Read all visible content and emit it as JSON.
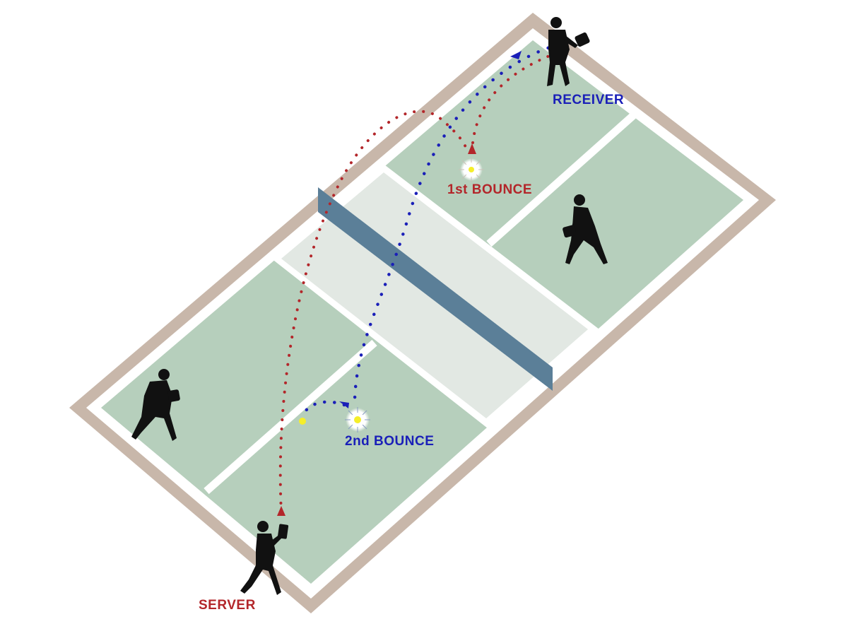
{
  "diagram": {
    "title": "Pickleball two-bounce rule diagram",
    "colors": {
      "surround": "#c8b7aa",
      "lines": "#ffffff",
      "court": "#b6cfbc",
      "kitchen": "#e2e8e3",
      "net": "#5b7f98",
      "server_path": "#b3262a",
      "receiver_path": "#1a1fb8",
      "ball": "#f5ee2a"
    },
    "labels": {
      "receiver": "RECEIVER",
      "server": "SERVER",
      "first_bounce": "1st BOUNCE",
      "second_bounce": "2nd BOUNCE"
    },
    "players": [
      {
        "role": "receiver",
        "position": "top corner"
      },
      {
        "role": "receiver-partner",
        "position": "right court"
      },
      {
        "role": "server-partner",
        "position": "left court"
      },
      {
        "role": "server",
        "position": "bottom baseline"
      }
    ]
  }
}
